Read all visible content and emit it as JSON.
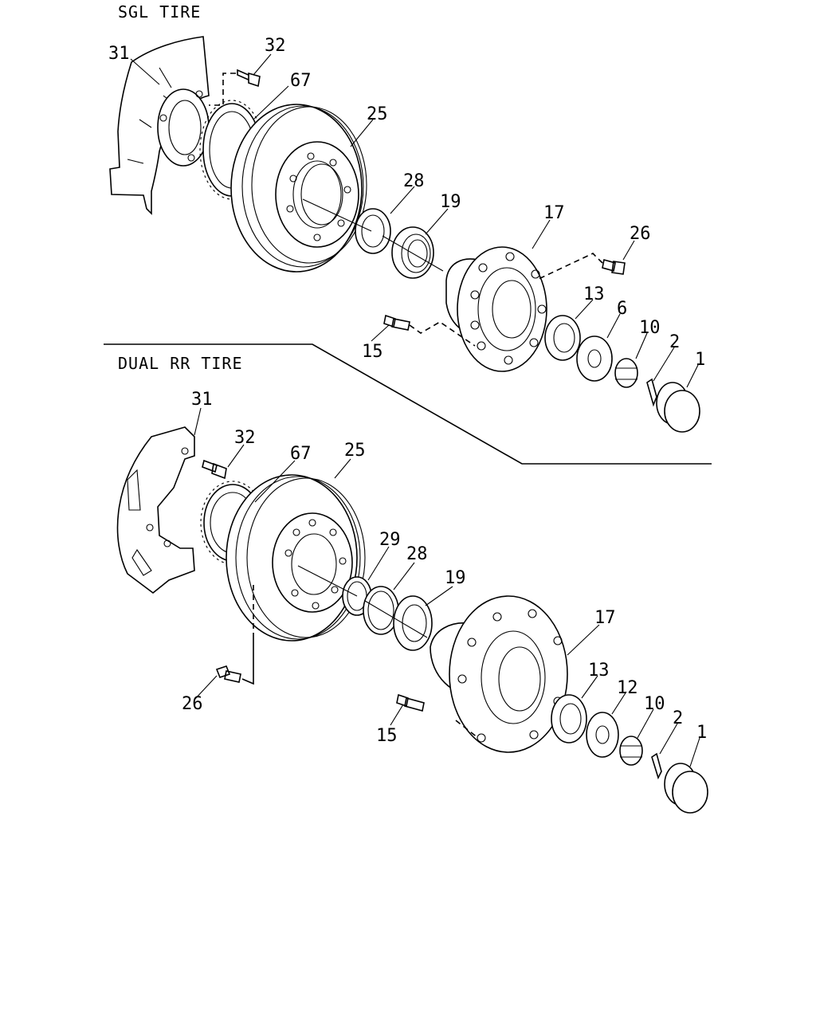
{
  "sections": {
    "upper": {
      "title": "SGL TIRE"
    },
    "lower": {
      "title": "DUAL RR TIRE"
    }
  },
  "callouts": {
    "upper": [
      "31",
      "32",
      "67",
      "25",
      "28",
      "19",
      "17",
      "26",
      "13",
      "6",
      "10",
      "2",
      "1",
      "15"
    ],
    "lower": [
      "31",
      "32",
      "67",
      "25",
      "29",
      "28",
      "19",
      "17",
      "13",
      "12",
      "10",
      "2",
      "1",
      "15",
      "26"
    ]
  }
}
